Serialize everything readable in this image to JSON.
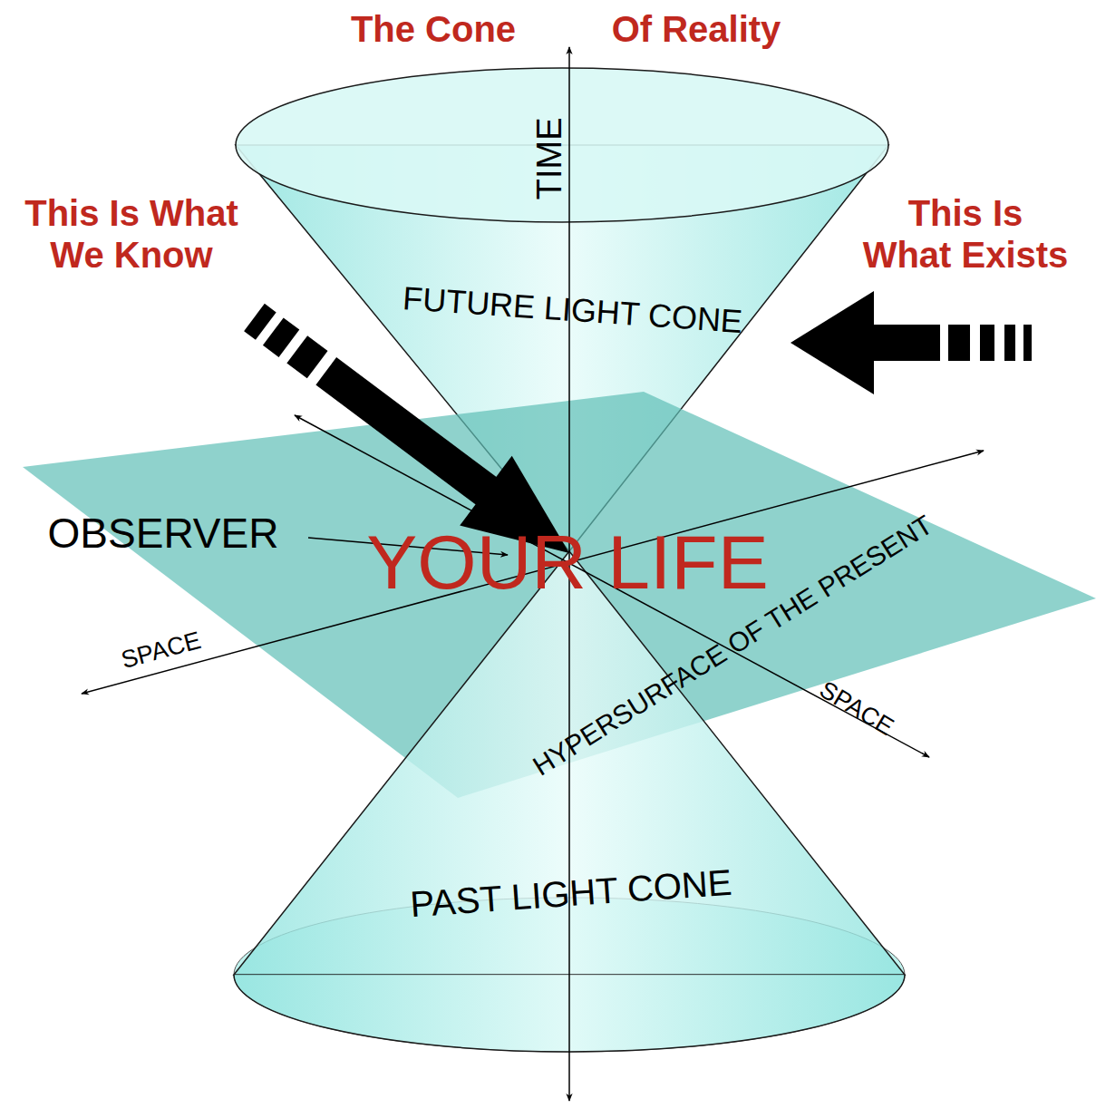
{
  "diagram": {
    "nodes": [
      {
        "text": [
          "FUTURE LIGHT CONE"
        ]
      },
      {
        "text": [
          "HYPERSURFACE OF THE PRESENT"
        ]
      },
      {
        "text": [
          "PAST LIGHT CONE"
        ]
      }
    ],
    "labels": [
      "The Cone",
      "Of Reality",
      "This Is What We Know",
      "This Is What Exists",
      "TIME",
      "OBSERVER",
      "YOUR LIFE",
      "SPACE",
      "SPACE"
    ]
  }
}
